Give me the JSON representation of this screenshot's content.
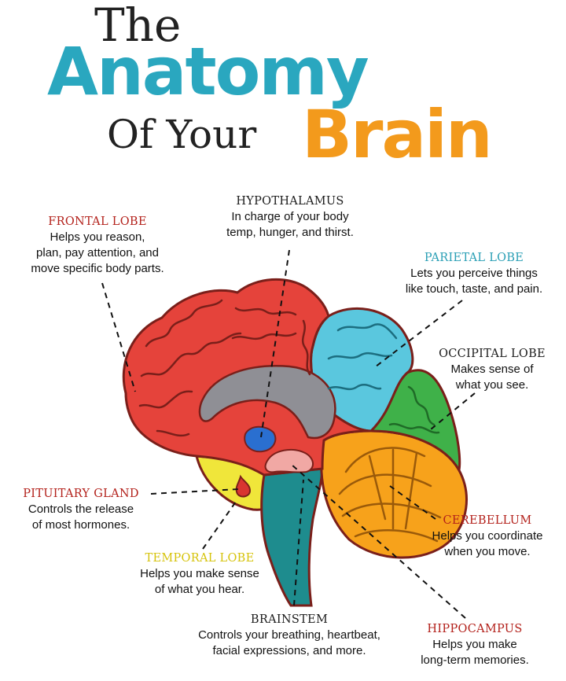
{
  "title": {
    "line1": "The",
    "line2": "Anatomy",
    "line3": "Of Your",
    "line4": "Brain"
  },
  "colors": {
    "frontal": "#e5433b",
    "parietal": "#5ac7de",
    "occipital": "#3fb149",
    "cerebellum": "#f7a21b",
    "temporal": "#f0e63a",
    "brainstem": "#1e8c8e",
    "corpus": "#8f8f95",
    "hypothalamus": "#2a6fd0",
    "pituitary": "#d93530",
    "hippocampus": "#f1a8a4",
    "outline": "#7a1f1a",
    "heading_red": "#b3211b",
    "heading_teal": "#2a9fb5",
    "heading_yellow": "#d6c30b"
  },
  "labels": {
    "frontal": {
      "heading": "FRONTAL LOBE",
      "lines": [
        "Helps you reason,",
        "plan, pay attention, and",
        "move specific body parts."
      ]
    },
    "hypothalamus": {
      "heading": "HYPOTHALAMUS",
      "lines": [
        "In charge of your body",
        "temp, hunger, and thirst."
      ]
    },
    "parietal": {
      "heading": "PARIETAL LOBE",
      "lines": [
        "Lets you perceive things",
        "like touch, taste, and pain."
      ]
    },
    "occipital": {
      "heading": "OCCIPITAL LOBE",
      "lines": [
        "Makes sense of",
        "what you see."
      ]
    },
    "pituitary": {
      "heading": "PITUITARY GLAND",
      "lines": [
        "Controls the release",
        "of most hormones."
      ]
    },
    "cerebellum": {
      "heading": "CEREBELLUM",
      "lines": [
        "Helps you coordinate",
        "when you move."
      ]
    },
    "temporal": {
      "heading": "TEMPORAL LOBE",
      "lines": [
        "Helps you make sense",
        "of what you hear."
      ]
    },
    "brainstem": {
      "heading": "BRAINSTEM",
      "lines": [
        "Controls your breathing, heartbeat,",
        "facial expressions, and more."
      ]
    },
    "hippocampus": {
      "heading": "HIPPOCAMPUS",
      "lines": [
        "Helps you make",
        "long-term memories."
      ]
    }
  }
}
